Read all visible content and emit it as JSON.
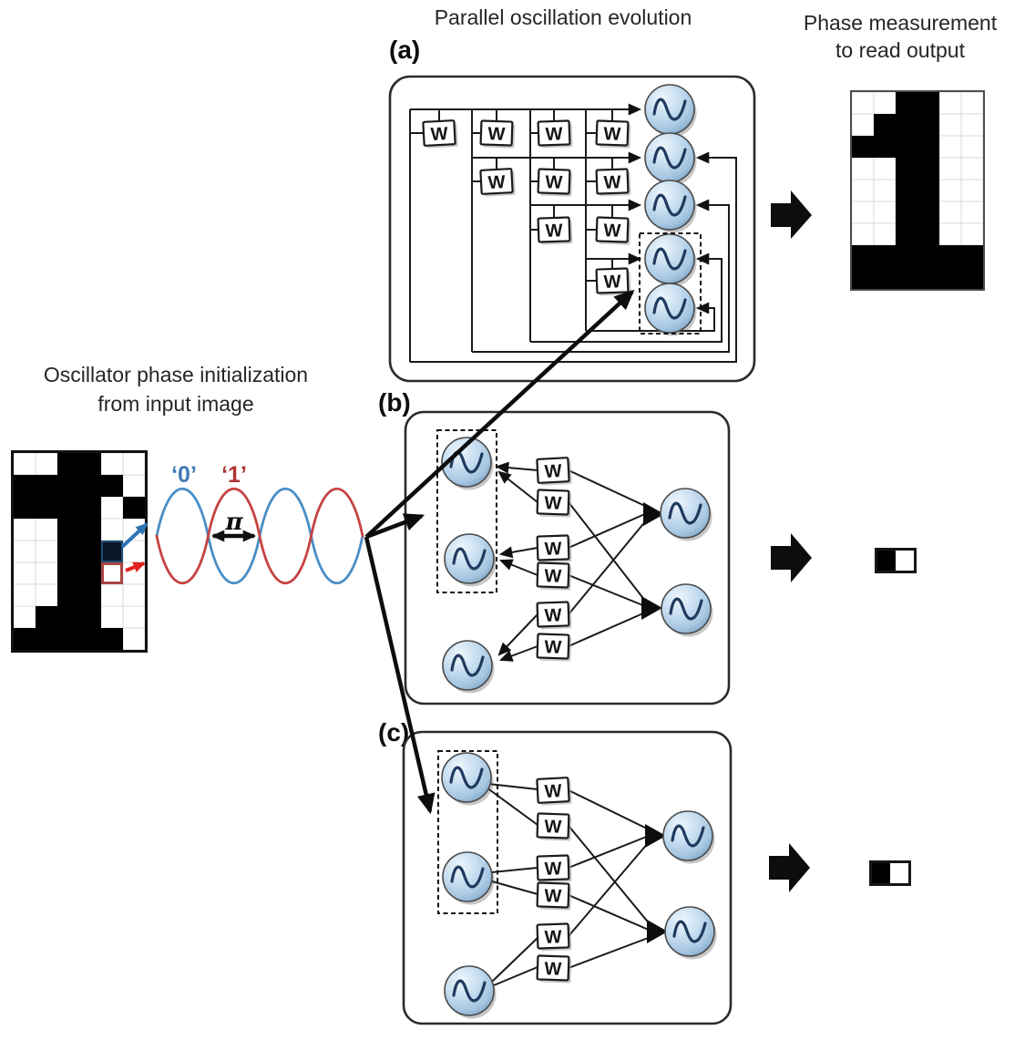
{
  "titles": {
    "parallel_oscillation": "Parallel oscillation evolution",
    "phase_measurement_line1": "Phase measurement",
    "phase_measurement_line2": "to read output",
    "phase_init_line1": "Oscillator phase initialization",
    "phase_init_line2": "from input image"
  },
  "panel_labels": {
    "a": "(a)",
    "b": "(b)",
    "c": "(c)"
  },
  "wave": {
    "label_zero": "‘0’",
    "label_one": "‘1’",
    "phase_shift_label": "π"
  },
  "weight_label": "W",
  "colors": {
    "wave_blue": "#4a8ec6",
    "wave_red": "#c64343",
    "label_zero_blue": "#3d7ab5",
    "label_one_red": "#b03434",
    "arrow_blue": "#2e74b5",
    "arrow_red": "#e02020",
    "oscillator_fill": "#b9d4ea",
    "oscillator_wave": "#1f3a5f",
    "line_black": "#1a1a1a"
  },
  "input_image": {
    "rows": [
      "001100",
      "111110",
      "111101",
      "001100",
      "001110",
      "001100",
      "001100",
      "011100",
      "111110"
    ],
    "specials": [
      {
        "row": 5,
        "col": 5,
        "cls": "sp-dark"
      },
      {
        "row": 6,
        "col": 5,
        "cls": "sp-red"
      }
    ]
  },
  "output_image_a": {
    "rows": [
      "001100",
      "011100",
      "111100",
      "001100",
      "001100",
      "001100",
      "001100",
      "111111",
      "111111"
    ]
  },
  "output_image_b": {
    "rows": [
      "10"
    ]
  },
  "output_image_c": {
    "rows": [
      "10"
    ]
  }
}
